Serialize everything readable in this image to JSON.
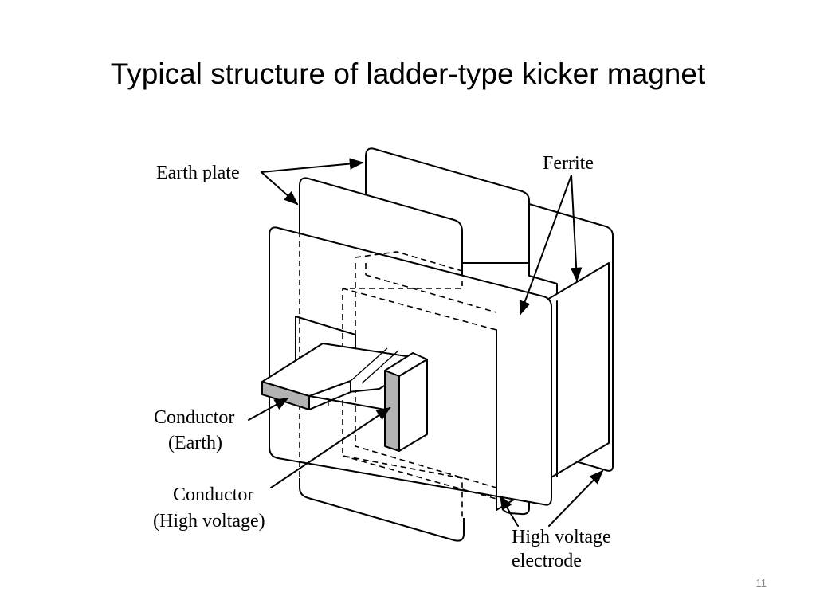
{
  "slide": {
    "title": "Typical structure of ladder-type kicker magnet",
    "page_number": "11"
  },
  "diagram": {
    "labels": {
      "earth_plate": "Earth plate",
      "ferrite": "Ferrite",
      "conductor_earth_line1": "Conductor",
      "conductor_earth_line2": "(Earth)",
      "conductor_hv_line1": "Conductor",
      "conductor_hv_line2": "(High voltage)",
      "hv_electrode_line1": "High voltage",
      "hv_electrode_line2": "electrode"
    },
    "colors": {
      "line": "#000000",
      "conductor_fill": "#b3b3b3",
      "page_number": "#8a8a8a"
    }
  }
}
